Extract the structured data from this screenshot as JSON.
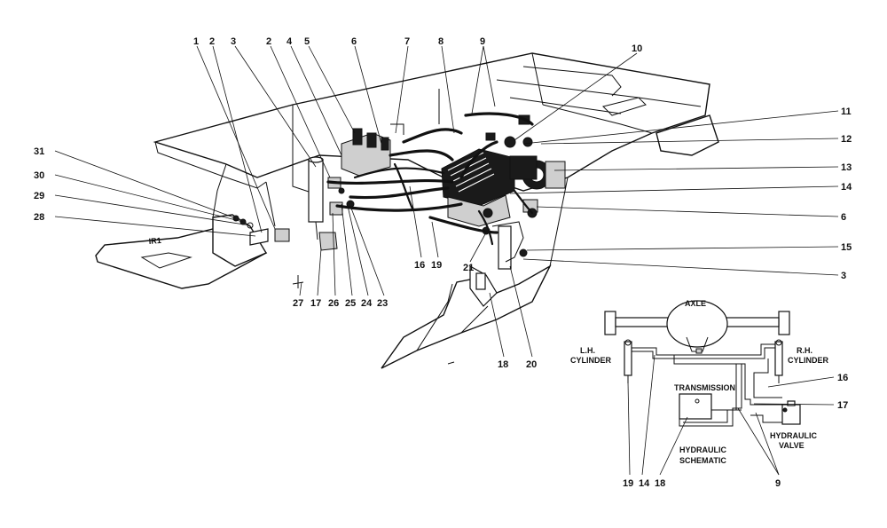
{
  "callouts": {
    "c1": "1",
    "c2a": "2",
    "c3a": "3",
    "c2b": "2",
    "c4": "4",
    "c5": "5",
    "c6a": "6",
    "c7": "7",
    "c8": "8",
    "c9": "9",
    "c10": "10",
    "c11": "11",
    "c12": "12",
    "c13": "13",
    "c14": "14",
    "c6b": "6",
    "c15": "15",
    "c3b": "3",
    "c31": "31",
    "c30": "30",
    "c29": "29",
    "c28": "28",
    "c27": "27",
    "c17": "17",
    "c26": "26",
    "c25": "25",
    "c24": "24",
    "c23": "23",
    "c16": "16",
    "c19": "19",
    "c21": "21",
    "c18": "18",
    "c20": "20"
  },
  "schematic": {
    "axle": "AXLE",
    "lh_cylinder_1": "L.H.",
    "lh_cylinder_2": "CYLINDER",
    "rh_cylinder_1": "R.H.",
    "rh_cylinder_2": "CYLINDER",
    "transmission": "TRANSMISSION",
    "hydraulic_valve_1": "HYDRAULIC",
    "hydraulic_valve_2": "VALVE",
    "schematic_title_1": "HYDRAULIC",
    "schematic_title_2": "SCHEMATIC",
    "c16": "16",
    "c17": "17",
    "c19": "19",
    "c14": "14",
    "c18": "18",
    "c9": "9"
  }
}
